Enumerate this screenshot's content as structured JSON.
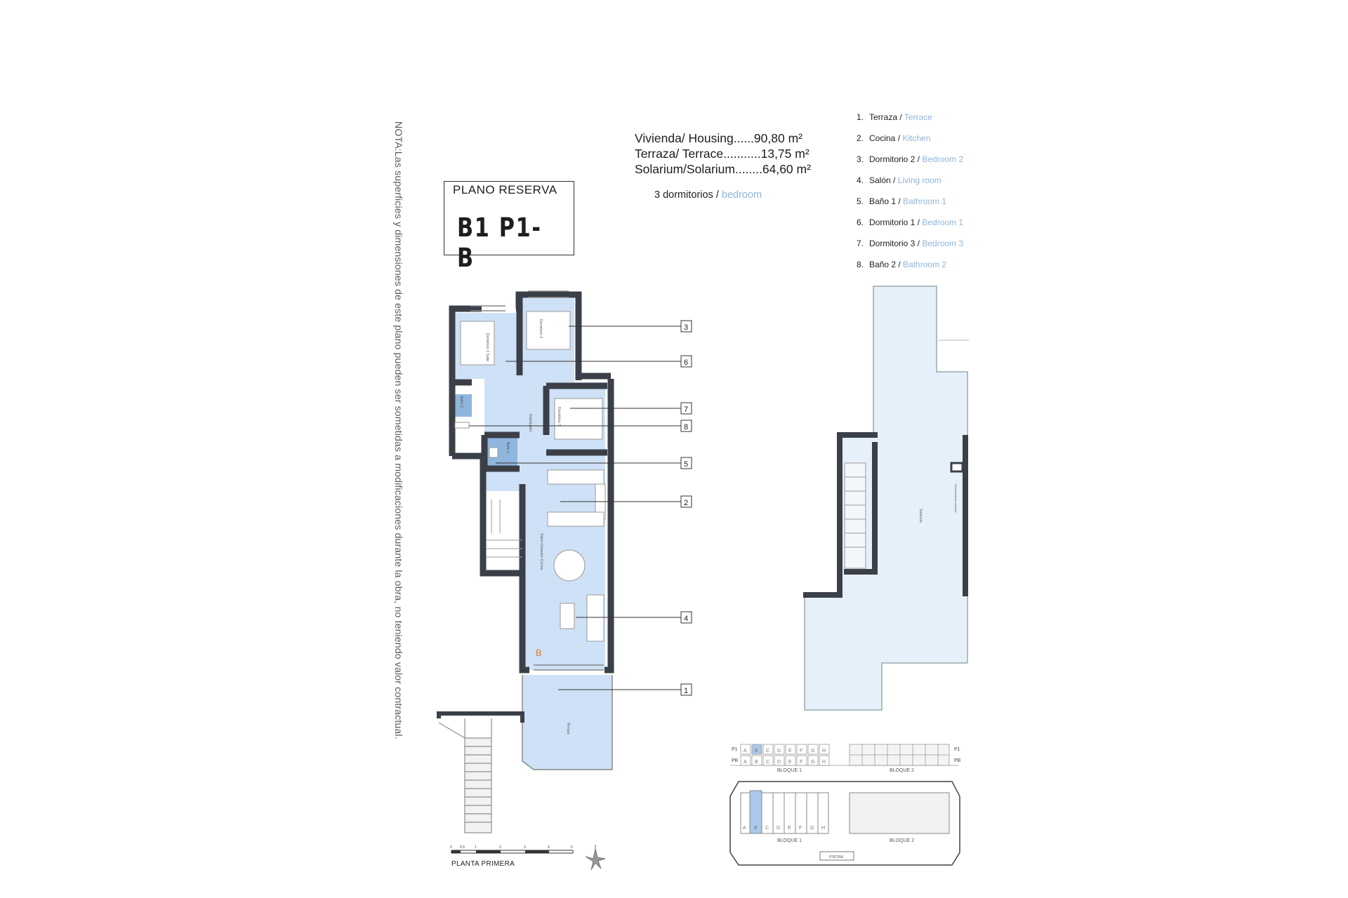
{
  "note": "NOTA:Las superficies y dimensiones de este plano pueden ser sometidas a modificaciones durante la obra, no teniendo valor contractual.",
  "reserve": {
    "label": "PLANO RESERVA",
    "code": "B1 P1-B"
  },
  "areas": [
    {
      "text": "Vivienda/ Housing......90,80 m²"
    },
    {
      "text": "Terraza/ Terrace...........13,75 m²"
    },
    {
      "text": "Solarium/Solarium........64,60 m²"
    }
  ],
  "bedrooms": {
    "es": "3 dormitorios / ",
    "en": "bedroom"
  },
  "legend": [
    {
      "num": "1.",
      "es": "Terraza / ",
      "en": "Terrace"
    },
    {
      "num": "2.",
      "es": "Cocina / ",
      "en": "Kitchen"
    },
    {
      "num": "3.",
      "es": "Dormitorio 2 / ",
      "en": "Bedroom 2"
    },
    {
      "num": "4.",
      "es": "Salón / ",
      "en": "Living room"
    },
    {
      "num": "5.",
      "es": "Baño 1 / ",
      "en": "Bathroom 1"
    },
    {
      "num": "6.",
      "es": "Dormitorio 1 / ",
      "en": "Bedroom 1"
    },
    {
      "num": "7.",
      "es": "Dormitorio 3 / ",
      "en": "Bedroom 3"
    },
    {
      "num": "8.",
      "es": "Baño 2 / ",
      "en": "Bathroom 2"
    }
  ],
  "callouts": [
    "3",
    "6",
    "7",
    "8",
    "5",
    "2",
    "4",
    "1"
  ],
  "rooms": {
    "bedroom1": "Dormitorio 1 Suite",
    "bedroom2": "Dormitorio 2",
    "bedroom3": "Dormitorio 3",
    "bath1": "Baño 1",
    "bath2": "Baño 2",
    "hall": "Distribuidor",
    "living": "Salón-Comedor-Cocina",
    "terrace": "Terraza",
    "solarium": "Solarium",
    "preinstall": "Preinstalación cubierta",
    "letter_b": "B"
  },
  "keyplan": {
    "floors": [
      "P1",
      "PB"
    ],
    "letters": [
      "A",
      "B",
      "C",
      "D",
      "E",
      "F",
      "G",
      "H"
    ],
    "block1": "BLOQUE 1",
    "block2": "BLOQUE 2",
    "pool": "PISCINA"
  },
  "scale": {
    "marks": [
      "0",
      "0.5",
      "1",
      "2",
      "3",
      "4",
      "5"
    ],
    "caption": "PLANTA PRIMERA"
  },
  "colors": {
    "wall": "#3b3f48",
    "floor": "#cfe1f6",
    "solarium": "#e6f0fb",
    "accent": "#8fb6dc",
    "highlight": "#a9c8ec",
    "letter_b": "#d97b3a"
  }
}
